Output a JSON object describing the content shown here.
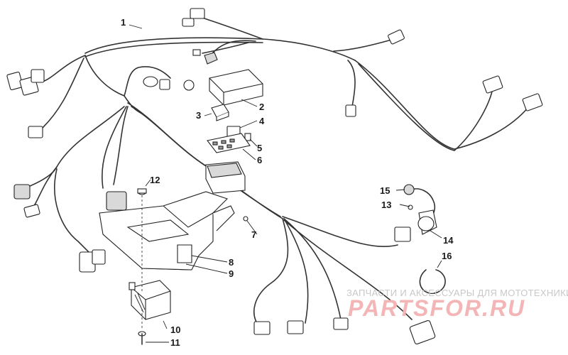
{
  "callouts": {
    "c1": "1",
    "c2": "2",
    "c3": "3",
    "c4": "4",
    "c5": "5",
    "c6": "6",
    "c7": "7",
    "c8": "8",
    "c9": "9",
    "c10": "10",
    "c11": "11",
    "c12": "12",
    "c13": "13",
    "c14": "14",
    "c15": "15",
    "c16": "16"
  },
  "watermark": {
    "subtitle": "ЗАПЧАСТИ И АКСЕССУАРЫ ДЛЯ МОТОТЕХНИКИ",
    "brand": "PARTSFOR.RU"
  },
  "colors": {
    "line": "#222222",
    "watermark_text": "#f3b5b5"
  }
}
